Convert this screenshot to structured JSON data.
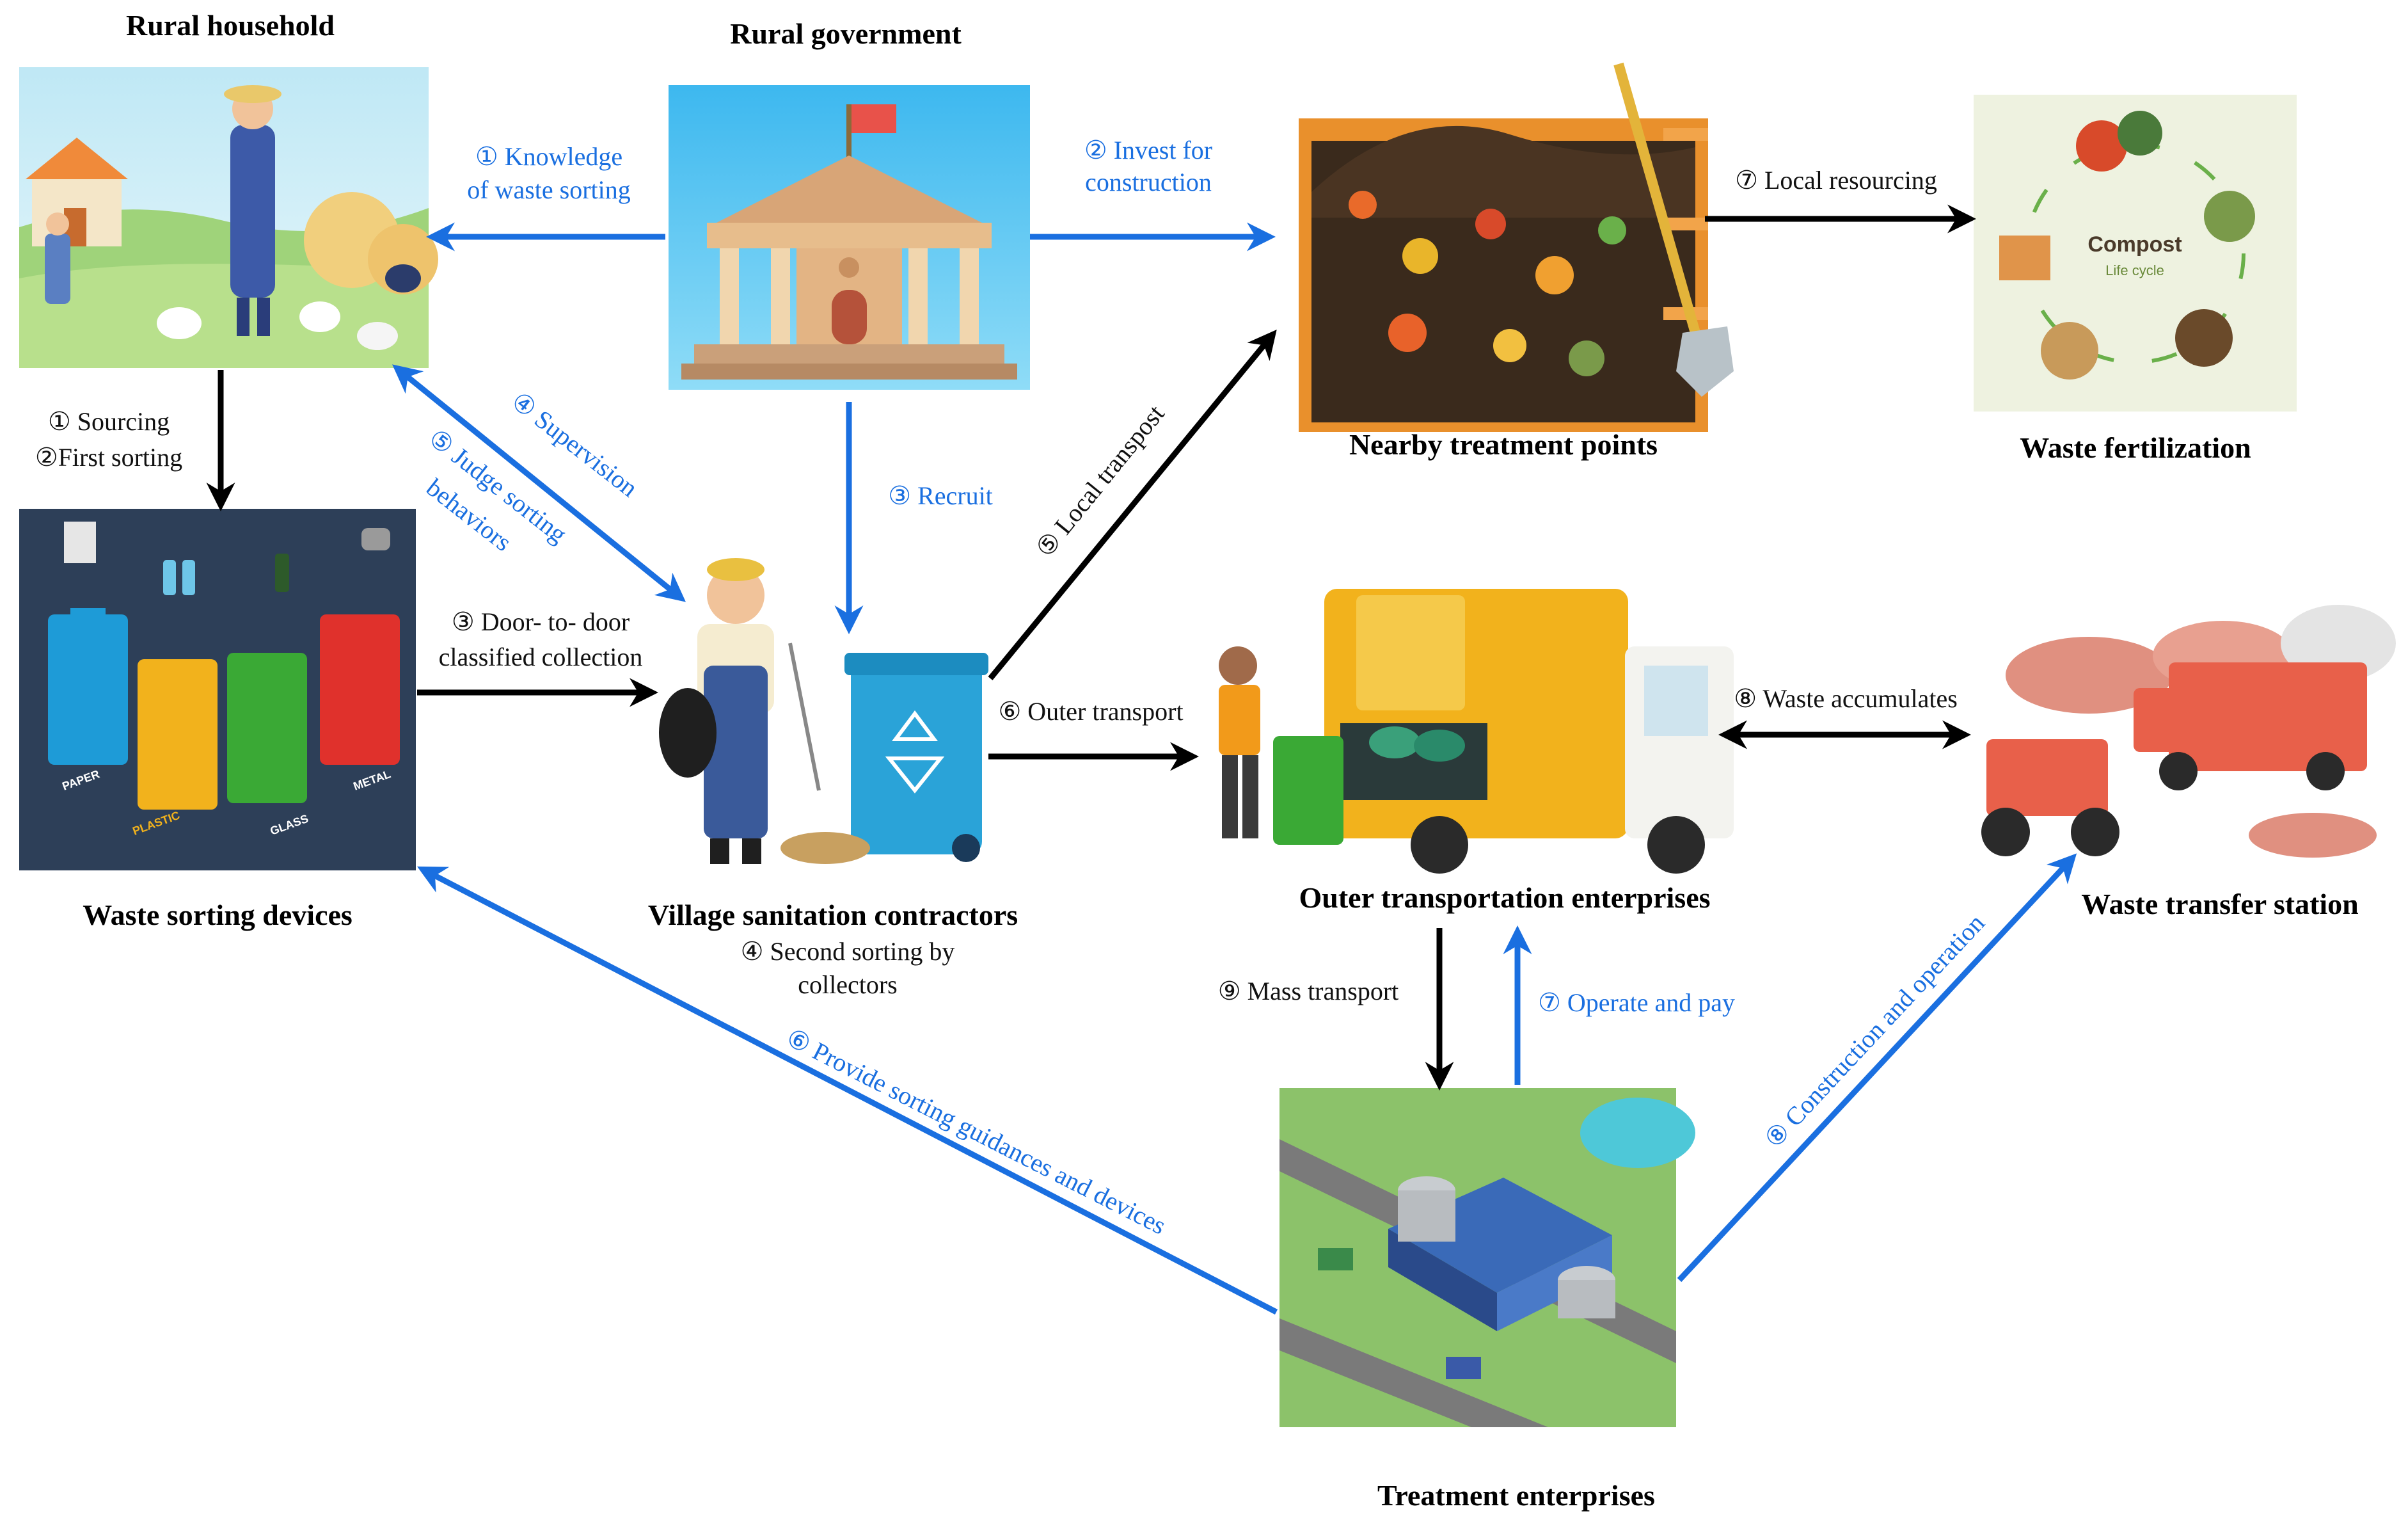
{
  "nodes": {
    "rural_household": "Rural household",
    "rural_government": "Rural government",
    "nearby_treatment_points": "Nearby treatment points",
    "waste_fertilization": "Waste fertilization",
    "waste_sorting_devices": "Waste sorting devices",
    "village_sanitation_contractors": "Village sanitation contractors",
    "outer_transportation_enterprises": "Outer transportation enterprises",
    "waste_transfer_station": "Waste transfer station",
    "treatment_enterprises": "Treatment enterprises"
  },
  "edges": {
    "knowledge_1": "① Knowledge",
    "knowledge_2": "of waste sorting",
    "invest_1": "② Invest for",
    "invest_2": "construction",
    "local_resourcing": "⑦ Local resourcing",
    "sourcing": "① Sourcing",
    "first_sorting": "②First sorting",
    "supervision": "④ Supervision",
    "judge_1": "⑤ Judge sorting",
    "judge_2": "behaviors",
    "recruit": "③ Recruit",
    "local_transport": "⑤ Local transpost",
    "door_1": "③ Door- to- door",
    "door_2": "classified collection",
    "outer_transport": "⑥ Outer transport",
    "waste_accumulates": "⑧ Waste accumulates",
    "second_sorting_1": "④ Second sorting by",
    "second_sorting_2": "collectors",
    "mass_transport": "⑨ Mass transport",
    "operate_pay": "⑦ Operate and pay",
    "provide_guidance": "⑥ Provide sorting guidances and devices",
    "construction_operation": "⑧ Construction and operation"
  },
  "bin_labels": [
    "PAPER",
    "PLASTIC",
    "GLASS",
    "METAL"
  ],
  "compost_title": "Compost",
  "compost_sub": "Life cycle",
  "colors": {
    "blue_arrow": "#1a6fe0",
    "black_arrow": "#000000",
    "bin_blue": "#1e9bd7",
    "bin_yellow": "#f2b21c",
    "bin_green": "#3aa935",
    "bin_red": "#e0312c"
  }
}
